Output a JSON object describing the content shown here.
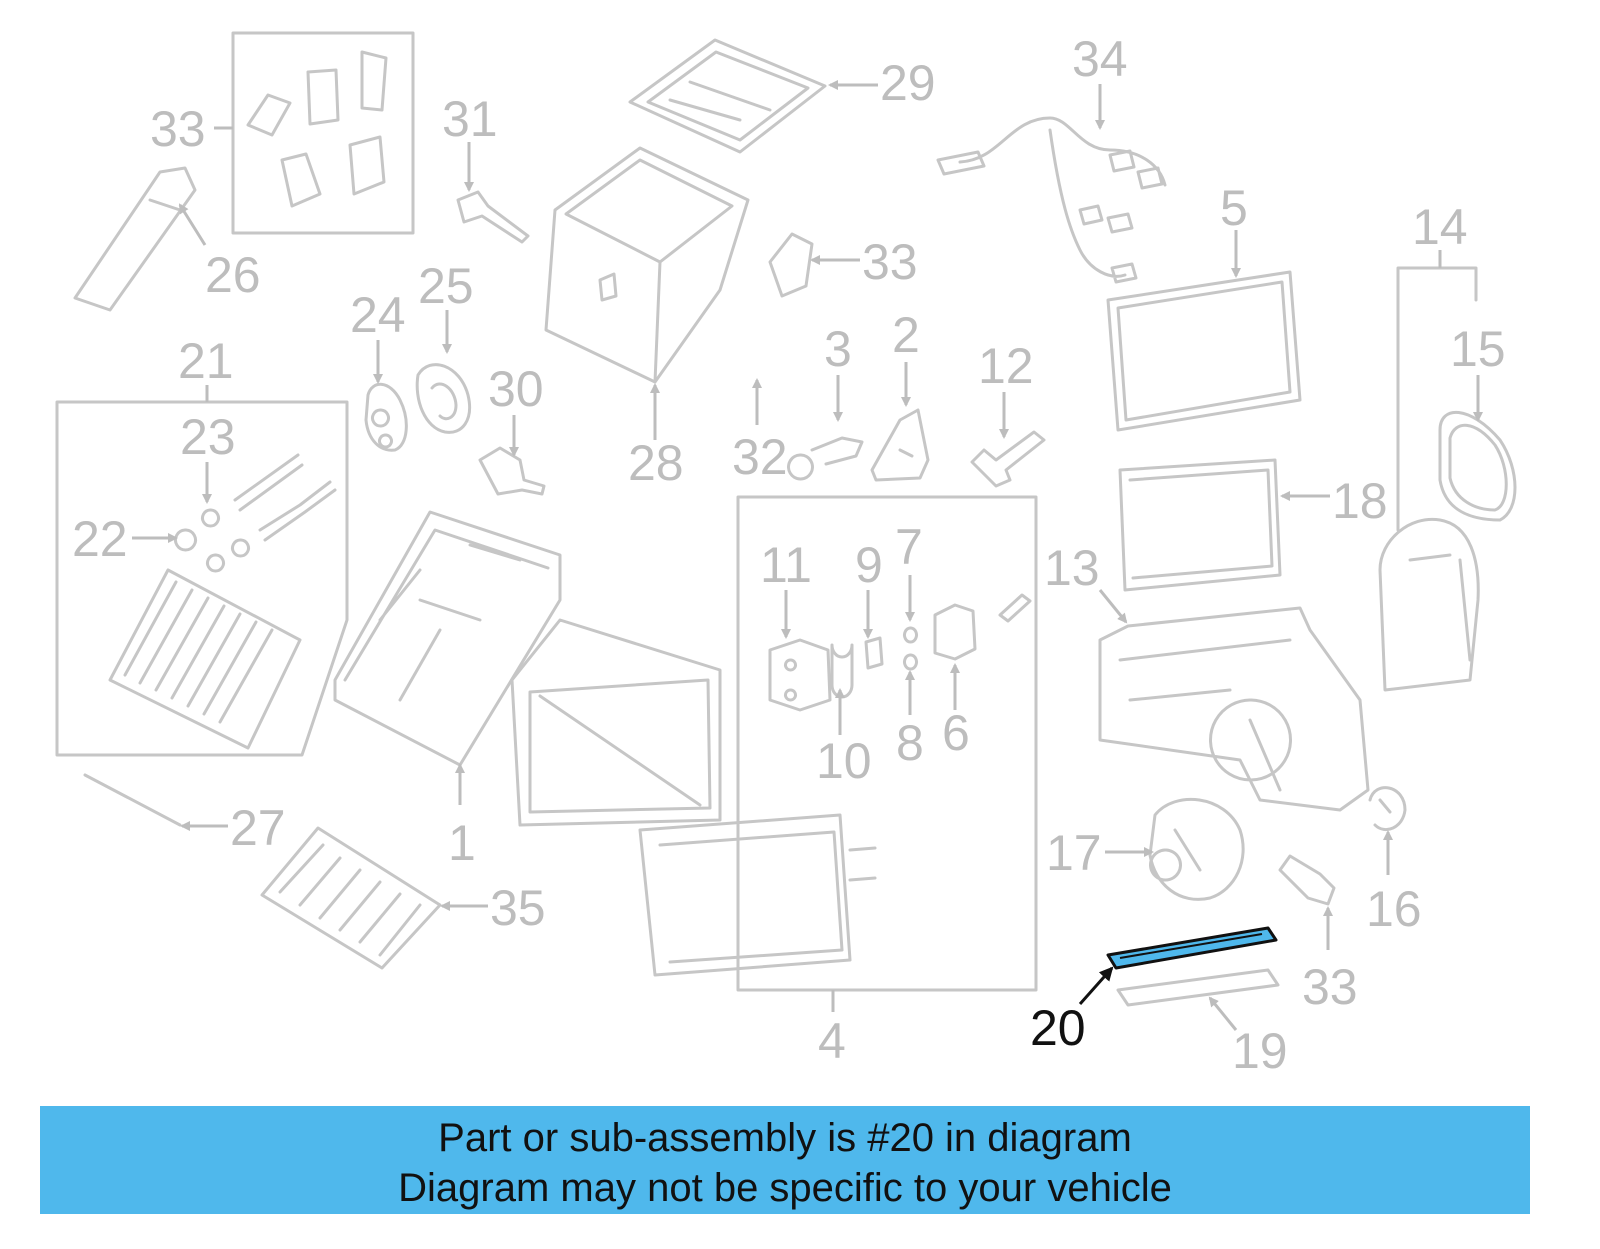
{
  "diagram": {
    "callouts": [
      "33",
      "31",
      "29",
      "34",
      "26",
      "33",
      "5",
      "14",
      "25",
      "24",
      "21",
      "30",
      "3",
      "2",
      "12",
      "15",
      "23",
      "28",
      "32",
      "22",
      "18",
      "11",
      "9",
      "7",
      "13",
      "10",
      "8",
      "6",
      "27",
      "1",
      "17",
      "16",
      "35",
      "4",
      "33",
      "19"
    ],
    "highlighted_part": "20",
    "colors": {
      "highlight": "#4fb8ec",
      "outline": "#c6c6c6",
      "callout": "#bdbdbd",
      "banner": "#4fb8ec"
    }
  },
  "banner": {
    "line1": "Part or sub-assembly is #20 in diagram",
    "line2": "Diagram may not be specific to your vehicle"
  }
}
